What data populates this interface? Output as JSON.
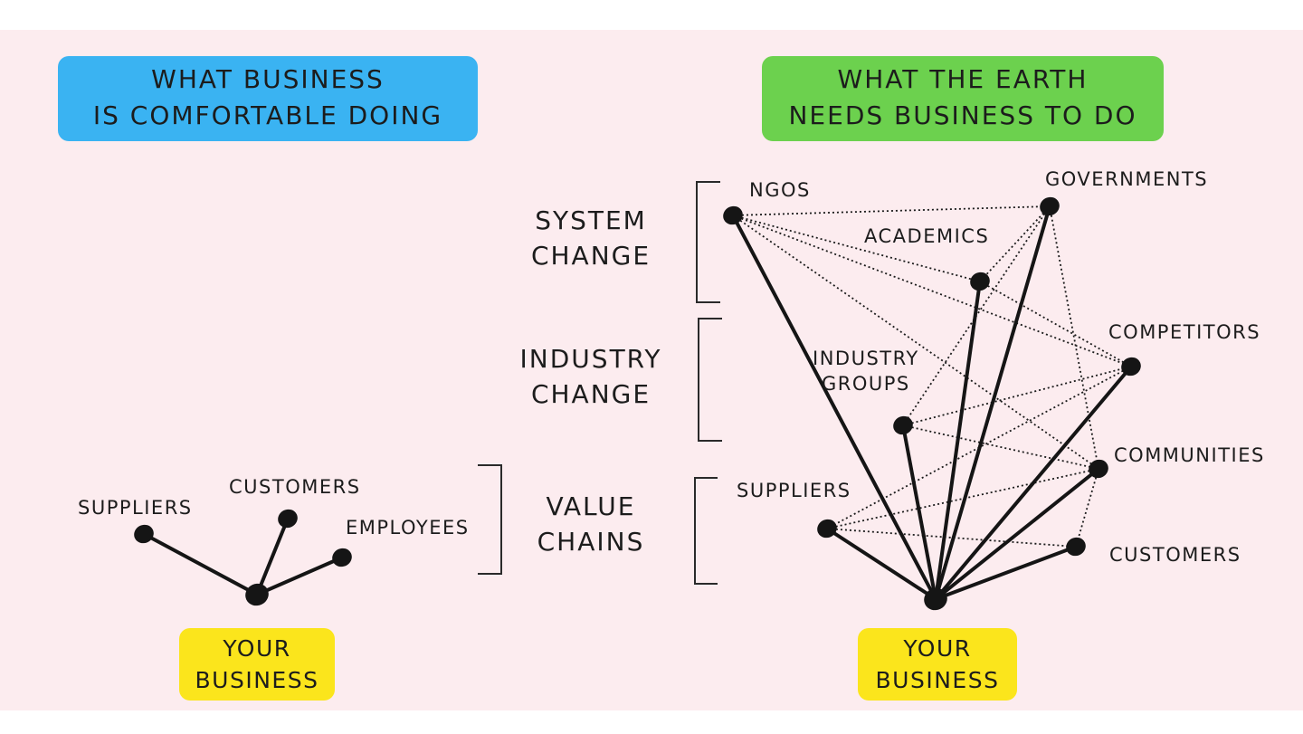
{
  "left_panel": {
    "title_lines": [
      "WHAT BUSINESS",
      "IS COMFORTABLE DOING"
    ],
    "hub_lines": [
      "YOUR",
      "BUSINESS"
    ],
    "nodes": [
      "SUPPLIERS",
      "CUSTOMERS",
      "EMPLOYEES"
    ]
  },
  "right_panel": {
    "title_lines": [
      "WHAT THE EARTH",
      "NEEDS BUSINESS TO DO"
    ],
    "hub_lines": [
      "YOUR",
      "BUSINESS"
    ],
    "nodes": {
      "ngos": "NGOS",
      "governments": "GOVERNMENTS",
      "academics": "ACADEMICS",
      "competitors": "COMPETITORS",
      "industry_groups_lines": [
        "INDUSTRY",
        "GROUPS"
      ],
      "communities": "COMMUNITIES",
      "suppliers": "SUPPLIERS",
      "customers": "CUSTOMERS"
    }
  },
  "tiers": {
    "system_change": [
      "SYSTEM",
      "CHANGE"
    ],
    "industry_change": [
      "INDUSTRY",
      "CHANGE"
    ],
    "value_chains": [
      "VALUE",
      "CHAINS"
    ]
  },
  "colors": {
    "background": "#fcecef",
    "badge_left": "#3ab3f2",
    "badge_right": "#6cd14e",
    "badge_hub": "#fbe51c",
    "ink": "#1c1c1c"
  }
}
